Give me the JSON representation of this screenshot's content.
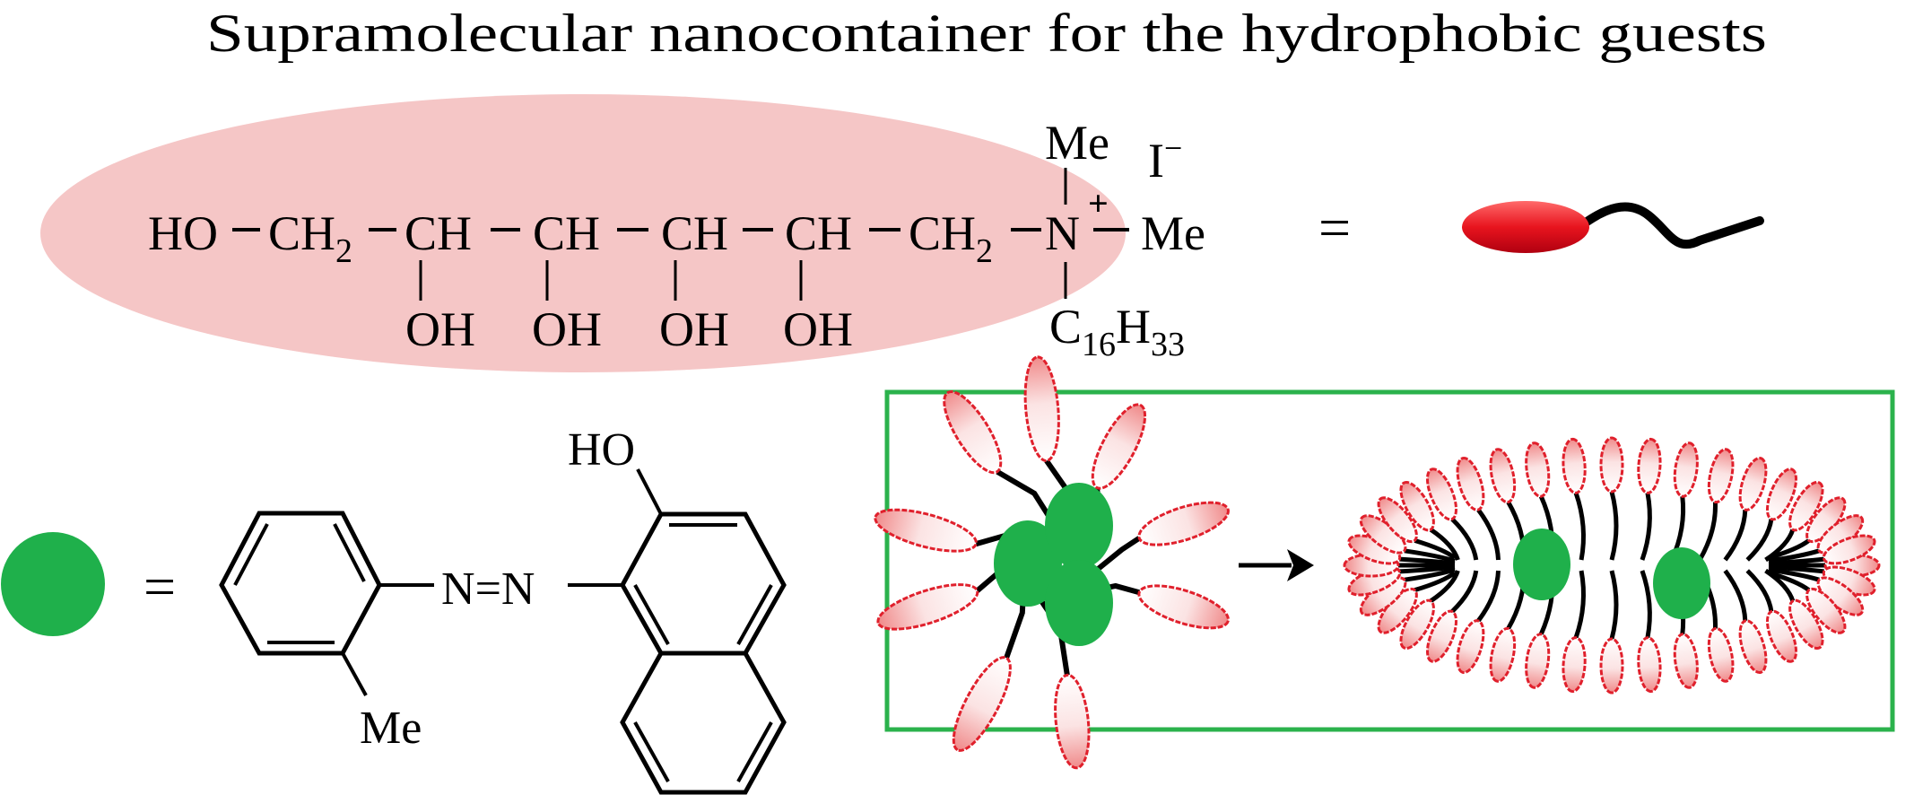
{
  "title": "Supramolecular nanocontainer for the hydrophobic guests",
  "surfactant": {
    "groups": [
      {
        "main": "HO"
      },
      {
        "main": "CH",
        "sub": "2"
      },
      {
        "main": "CH"
      },
      {
        "main": "CH"
      },
      {
        "main": "CH"
      },
      {
        "main": "CH"
      },
      {
        "main": "CH",
        "sub": "2"
      },
      {
        "main": "N"
      },
      {
        "main": "Me"
      }
    ],
    "hydroxyls": [
      "OH",
      "OH",
      "OH",
      "OH"
    ],
    "top_methyl": "Me",
    "charge": "+",
    "counterion": "I",
    "counterion_charge": "−",
    "tail": {
      "c": "C",
      "c_sub": "16",
      "h": "H",
      "h_sub": "33"
    }
  },
  "equals_symbol": "=",
  "dye": {
    "hydroxyl": "HO",
    "n1": "N",
    "double_bond": "=",
    "n2": "N",
    "methyl": "Me"
  },
  "colors": {
    "headgroup_halo": "#f5c6c6",
    "head_outline": "#e0202c",
    "guest_green": "#1fb04b",
    "box_border": "#2bb24c"
  }
}
